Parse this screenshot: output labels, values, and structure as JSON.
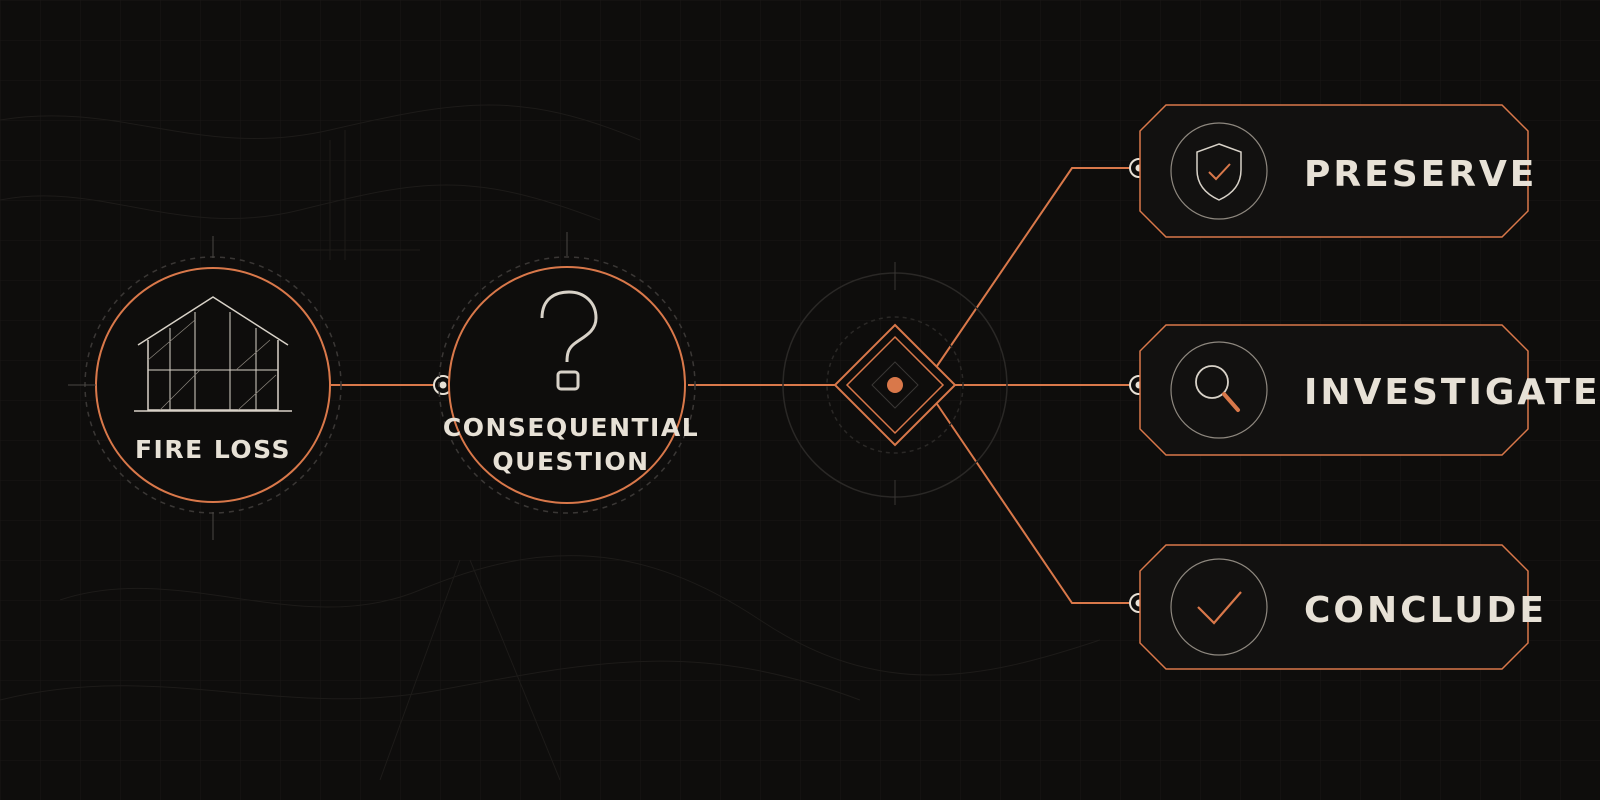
{
  "colors": {
    "background": "#0e0d0c",
    "accent": "#d9784a",
    "text": "#e7e1d6",
    "guide": "#4a4744"
  },
  "nodes": {
    "start": {
      "label": "FIRE LOSS",
      "icon": "house-wireframe-icon"
    },
    "question": {
      "label_line1": "CONSEQUENTIAL",
      "label_line2": "QUESTION",
      "icon": "question-mark-icon"
    },
    "decision": {
      "icon": "diamond-decision-icon"
    }
  },
  "outcomes": [
    {
      "label": "PRESERVE",
      "icon": "shield-check-icon"
    },
    {
      "label": "INVESTIGATE",
      "icon": "magnifier-icon"
    },
    {
      "label": "CONCLUDE",
      "icon": "checkmark-icon"
    }
  ]
}
